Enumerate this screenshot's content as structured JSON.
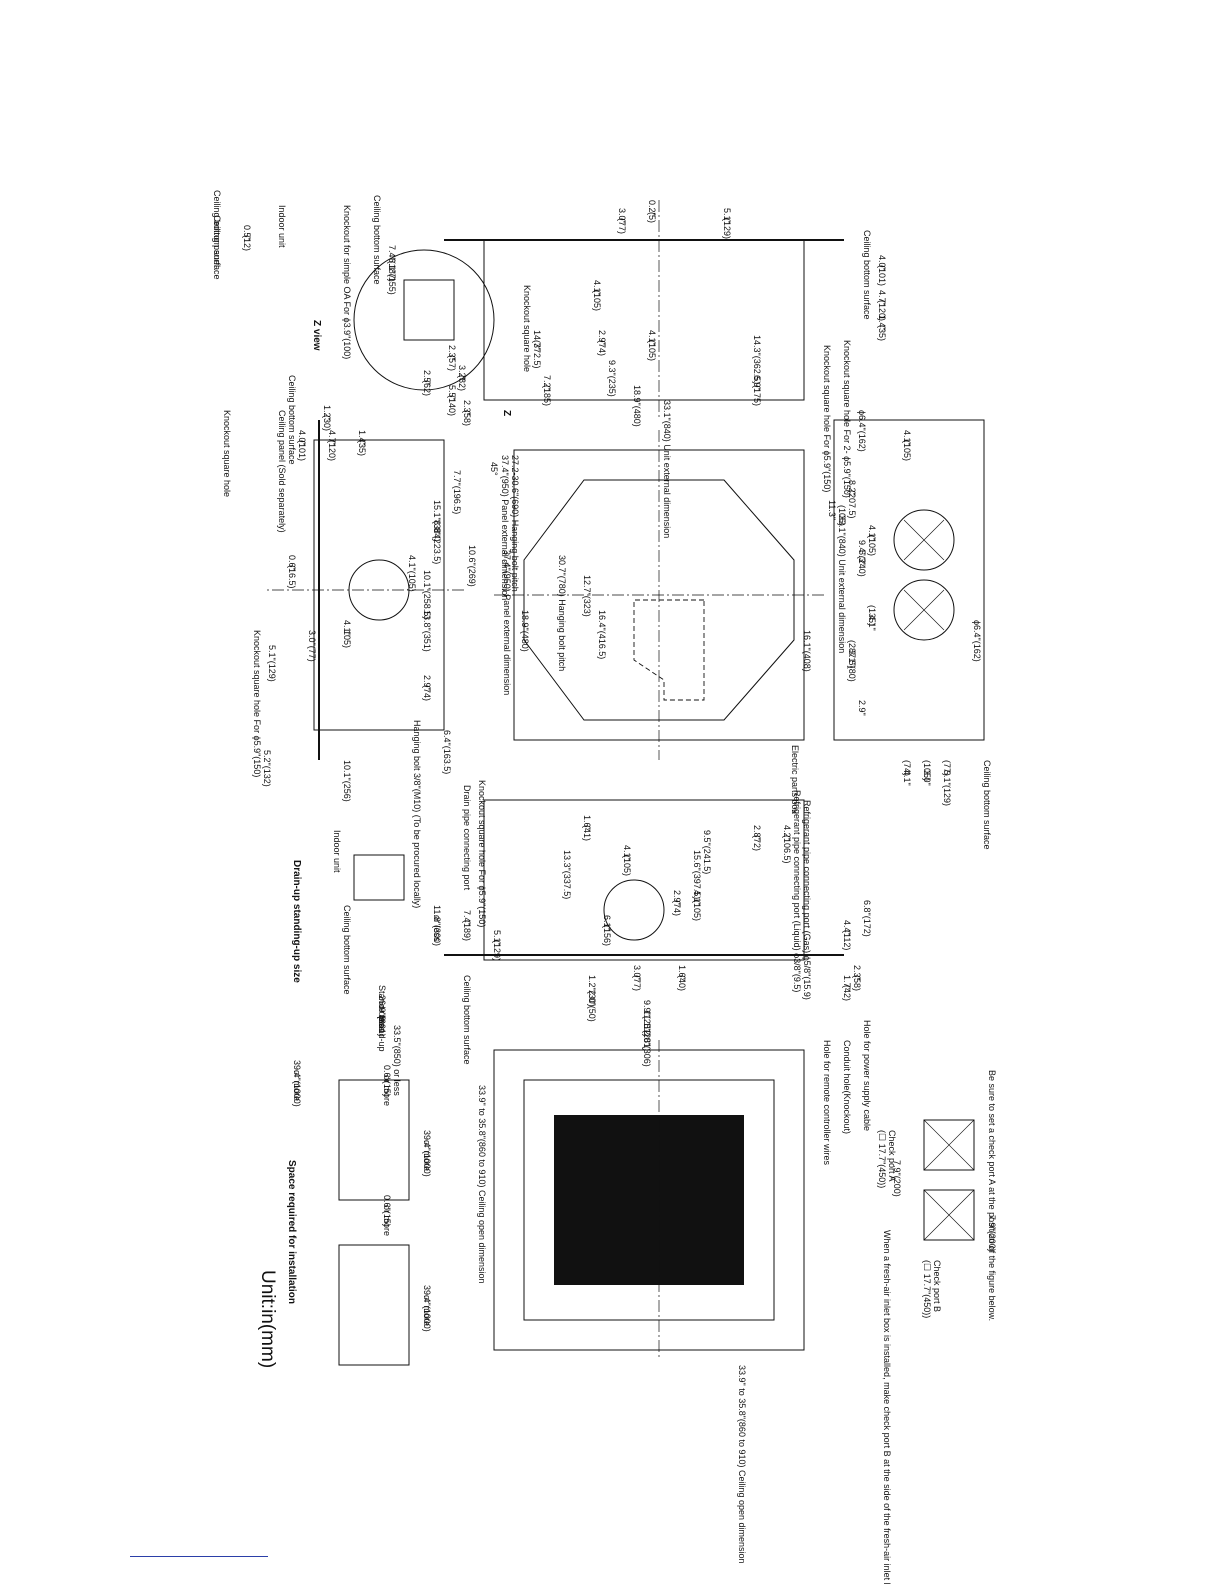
{
  "title": "Unit:in(mm)",
  "top_view": {
    "dims": [
      "10.6\"(269)",
      "45°",
      "27.2-30.6\"(690) Hanging bolt pitch",
      "37.4\"(950) Panel external dimension",
      "18.9\"(480)",
      "16.4\"(416.5)",
      "12.7\"(323)",
      "30.7\"(780) Hanging bolt pitch",
      "37.4\"(950) Panel external dimension",
      "16.1\"(408)"
    ],
    "labels": {
      "parts_box": "Electric parts box",
      "z_marker": "Z"
    }
  },
  "left_side_view": {
    "dims": [
      "0.2\"",
      "(5)",
      "3.0\"",
      "(77)",
      "5.1\"",
      "(129)",
      "4.0\"",
      "(101)",
      "4.7\"",
      "(120)",
      "1.4\"",
      "(35)",
      "4.1\"",
      "(105)",
      "14.7\"",
      "(372.5)",
      "2.9\"",
      "(74)",
      "4.1\"",
      "(105)",
      "14.3\"(362.5)",
      "9.3\"(235)",
      "7.2\"",
      "(185)",
      "18.9\"(480)",
      "6.9\"",
      "(175)",
      "33.1\"(840) Unit external dimension"
    ],
    "labels": {
      "ceiling": "Ceiling bottom surface",
      "ko_square": "Knockout square hole",
      "ko_hole": "Knockout square hole For ϕ5.9\"(150)"
    }
  },
  "right_view": {
    "dims": [
      "ϕ6.4\"(162)",
      "4.1\"",
      "(105)",
      "8.2\"",
      "(207.5)",
      "4.1\"",
      "(105)",
      "9.4\"(240)",
      "5.3\"",
      "(135)",
      "4.1\"",
      "(105)",
      "33.1\"(840) Unit external dimension",
      "11.3\"",
      "(287.5)",
      "3.1\"(80)",
      "ϕ6.4\"(162)",
      "2.9\"",
      "(74)",
      "4.1\"",
      "(105)",
      "3.0\"",
      "(77)",
      "5.1\"",
      "(129)"
    ],
    "labels": {
      "ko_2": "Knockout square hole For 2- ϕ5.9\"(150)",
      "ceiling": "Ceiling bottom surface"
    }
  },
  "front_view": {
    "dims": [
      "1.2\"",
      "(30)",
      "4.0\"",
      "(101)",
      "4.7\"",
      "(120)",
      "1.4\"",
      "(35)",
      "7.7\"(196.5)",
      "15.1\"(384)",
      "8.8\"(223.5)",
      "0.6\"",
      "(16.5)",
      "4.1\"(105)",
      "10.1\"(258.5)",
      "13.8\"(351)",
      "2.9\"",
      "(74)",
      "4.1\"",
      "105)",
      "3.0\"(77)",
      "5.1\"(129)",
      "6.4\"(163.5)",
      "5.2\"(132)",
      "10.1\"(256)"
    ],
    "labels": {
      "ceiling": "Ceiling bottom surface",
      "panel": "Ceiling panel (Sold separately)",
      "ko_square": "Knockout square hole",
      "ko_hole": "Knockout square hole For ϕ5.9\"(150)",
      "hanging_bolt": "Hanging bolt 3/8\"(M10) (To be procured locally)"
    }
  },
  "z_view": {
    "title": "Z view",
    "dims": [
      "7.4\"(187)",
      "6.1\"(155)",
      "2.3\"",
      "(57)",
      "3.2\"",
      "(82)",
      "2.5\"",
      "(62)",
      "5.5\"",
      "(140)",
      "2.3\"",
      "(58)",
      "0.5\"",
      "(12)"
    ],
    "labels": {
      "ceiling": "Ceiling bottom surface",
      "ko_oa": "Knockout for simple OA For ϕ3.9\"(100)",
      "indoor": "Indoor unit",
      "panel": "Ceiling panel",
      "ceiling2": "Ceiling bottom surface"
    }
  },
  "pipe_view": {
    "dims": [
      "1.6\"",
      "(41)",
      "4.1\"",
      "(105)",
      "9.5\"(241.5)",
      "2.8\"",
      "(72)",
      "4.2\"",
      "(106.5)",
      "13.3\"(337.5)",
      "15.6\"(397.5)",
      "6.8\"(172)",
      "2.9\"",
      "(74)",
      "4.1\"",
      "(105)",
      "6.1\"",
      "(156)",
      "4.4\"",
      "(112)",
      "7.4\"",
      "(189)",
      "5.1\"",
      "(129)",
      "2.3\"",
      "(58)",
      "1.7\"",
      "(42)",
      "1.2\"(30)",
      "2.0\"(50)",
      "3.0\"",
      "(77)",
      "1.6\"",
      "(40)",
      "9.9\"(251)",
      "11.1\"(281)",
      "12.0\"(306)"
    ],
    "labels": {
      "drain": "Drain pipe connecting port",
      "ko": "Knockout square hole For ϕ5.9\"(150)",
      "refrigerant": "Refrigerant pipe connecting port (Liquid) ϕ3/8\"(9.5)",
      "gas": "Refrigerant pipe connecting port (Gas) ϕ5/8\"(15.9)",
      "ceiling": "Ceiling bottom surface",
      "power": "Hole for power supply cable",
      "conduit": "Conduit hole(Knockout)",
      "remote": "Hole for remote controller wires"
    }
  },
  "drain_up": {
    "title": "Drain-up standing-up size",
    "dims": [
      "11.8\"(300)",
      "or less",
      "Stand-up",
      "26.0\"(661)",
      "or less",
      "Stand-up",
      "33.5\"(850) or less"
    ],
    "labels": {
      "indoor": "Indoor unit",
      "ceiling": "Ceiling bottom surface"
    }
  },
  "panel_view": {
    "dims": [
      "33.9\" to 35.8\"(860 to 910) Ceiling open dimension",
      "33.9\" to 35.8\"(860 to 910) Ceiling open dimension"
    ]
  },
  "check_ports": {
    "note": "Be sure to set a check port A at the position of the figure below.",
    "dims": [
      "7.9\"(200)",
      "7.9\"(200)"
    ],
    "port_a": "Check port A",
    "port_a_size": "(☐ 17.7\"(450))",
    "port_b": "Check port B",
    "port_b_size": "(☐ 17.7\"(450))",
    "fresh_air": "When a fresh-air inlet box is installed, make check port B at the side of the fresh-air inlet box."
  },
  "install_space": {
    "title": "Space required for installation",
    "dims": [
      "39.4\"(1000)",
      "or more",
      "0.6\"(15)",
      "or more",
      "39.4\"(1000)",
      "or more",
      "0.6\"(15)",
      "or more",
      "39.4\"(1000)",
      "or more"
    ]
  }
}
